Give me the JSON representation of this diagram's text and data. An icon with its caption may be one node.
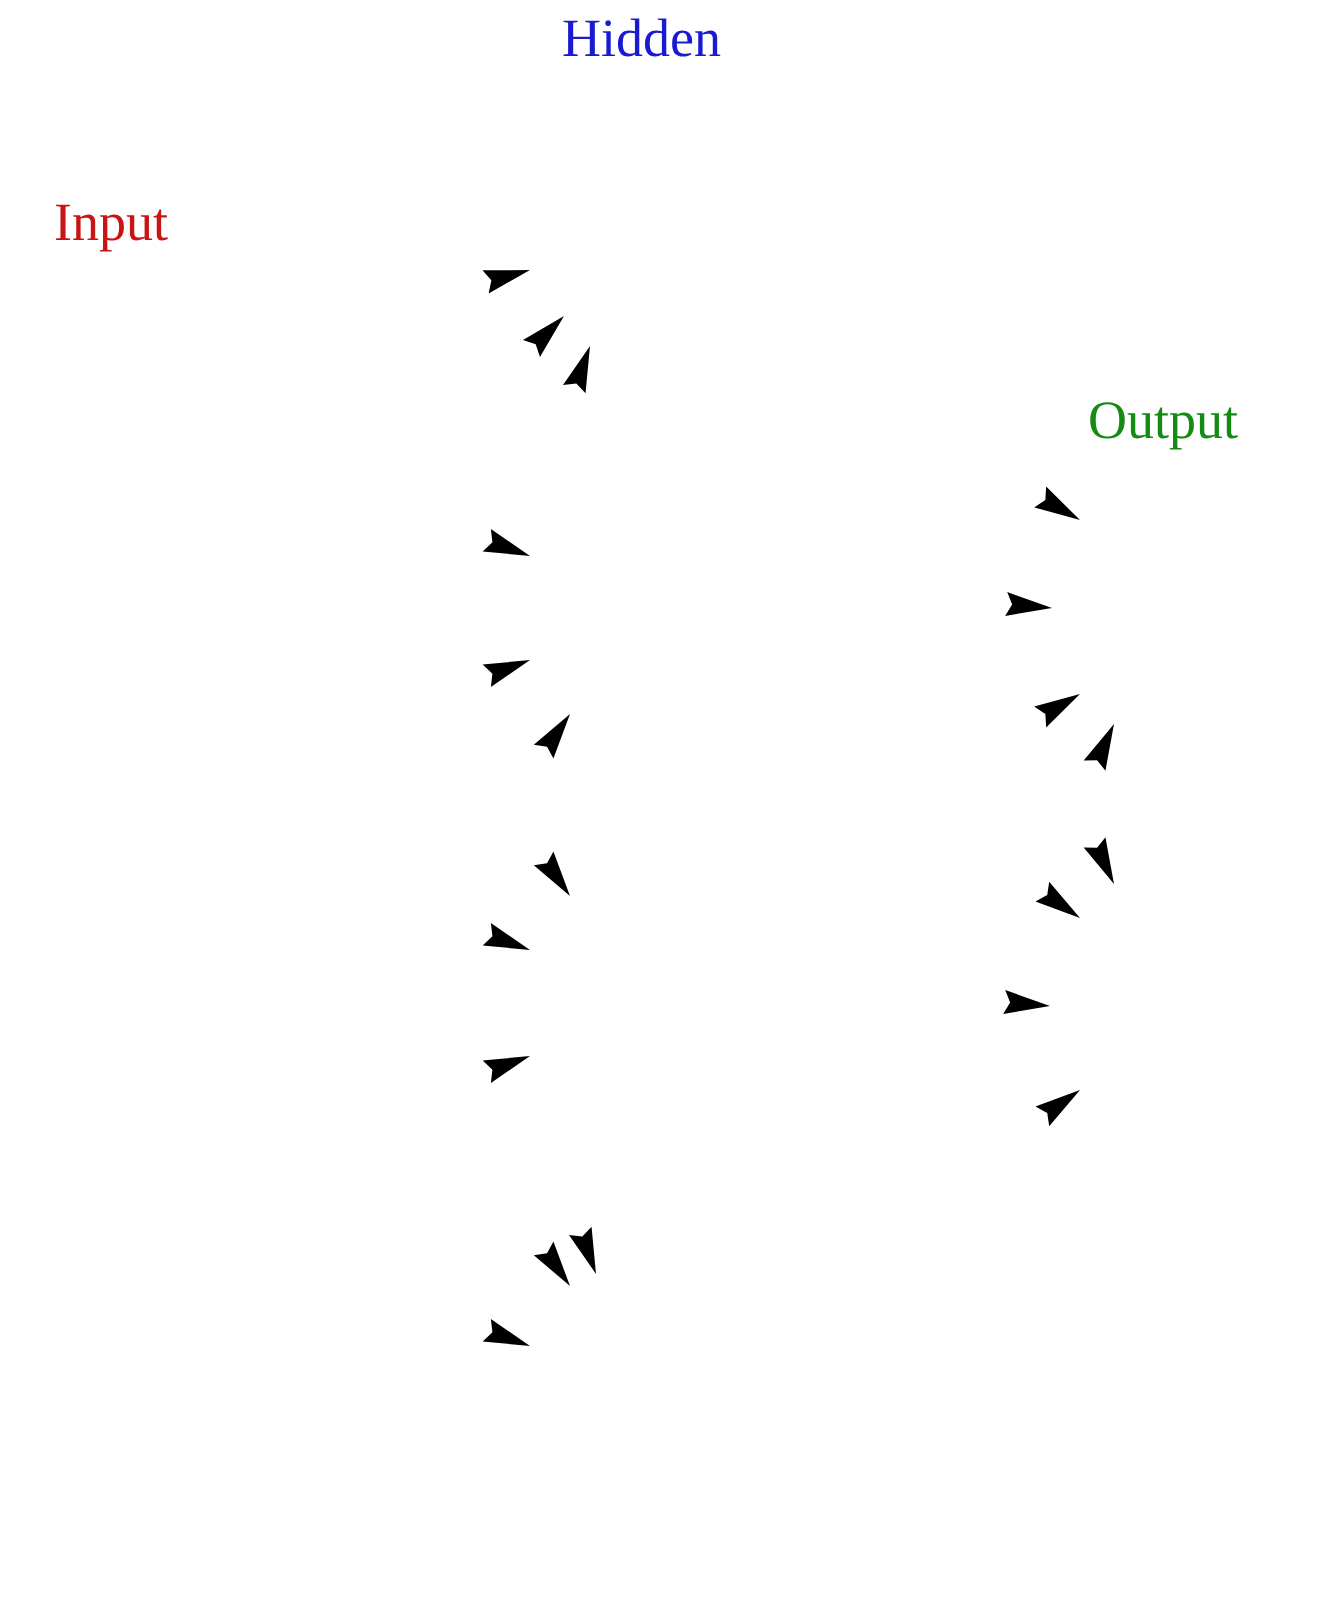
{
  "diagram": {
    "labels": [
      "Hidden",
      "Input",
      "Output"
    ]
  }
}
